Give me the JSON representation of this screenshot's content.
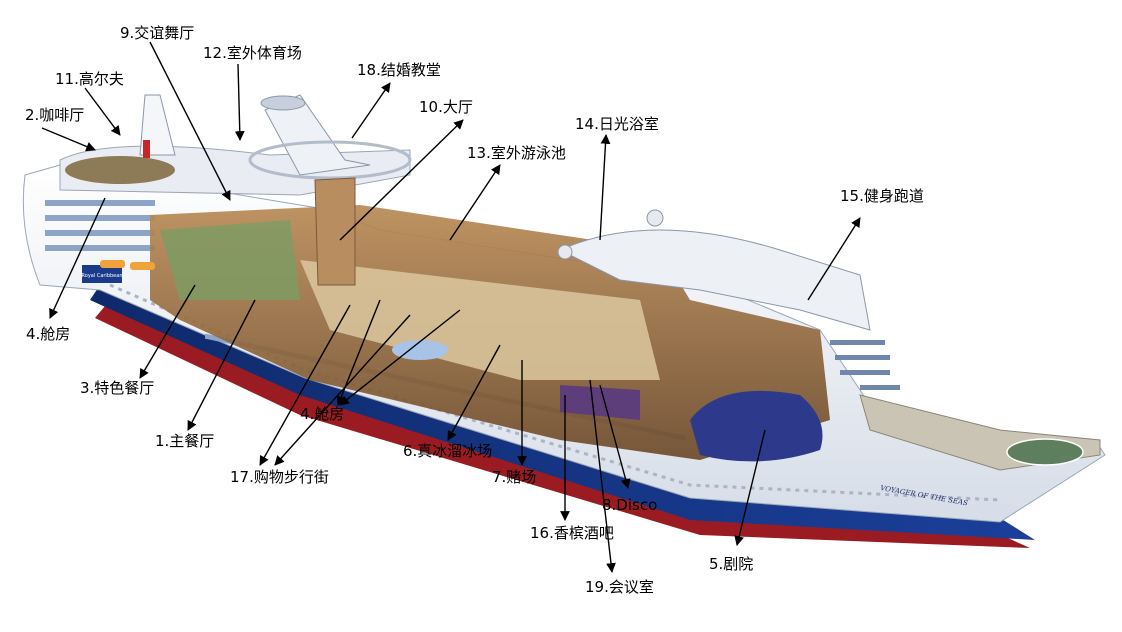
{
  "labels": {
    "dance_hall": "9.交谊舞厅",
    "outdoor_sports": "12.室外体育场",
    "wedding_chapel": "18.结婚教堂",
    "golf": "11.高尔夫",
    "lobby": "10.大厅",
    "cafe": "2.咖啡厅",
    "sunbath": "14.日光浴室",
    "outdoor_pool": "13.室外游泳池",
    "jogging_track": "15.健身跑道",
    "cabin_left": "4.舱房",
    "specialty_restaurant": "3.特色餐厅",
    "cabin_mid": "4.舱房",
    "main_dining": "1.主餐厅",
    "ice_rink": "6.真冰溜冰场",
    "shopping_street": "17.购物步行街",
    "casino": "7.赌场",
    "disco": "8.Disco",
    "champagne_bar": "16.香槟酒吧",
    "theater": "5.剧院",
    "meeting_room": "19.会议室"
  },
  "ship": {
    "name": "VOYAGER OF THE SEAS",
    "brand_logo_text": "Royal Caribbean",
    "colors": {
      "hull_blue": "#15307a",
      "hull_red": "#9b1b22",
      "hull_white": "#f3f5f9",
      "deck_wood": "#c9a874"
    }
  }
}
